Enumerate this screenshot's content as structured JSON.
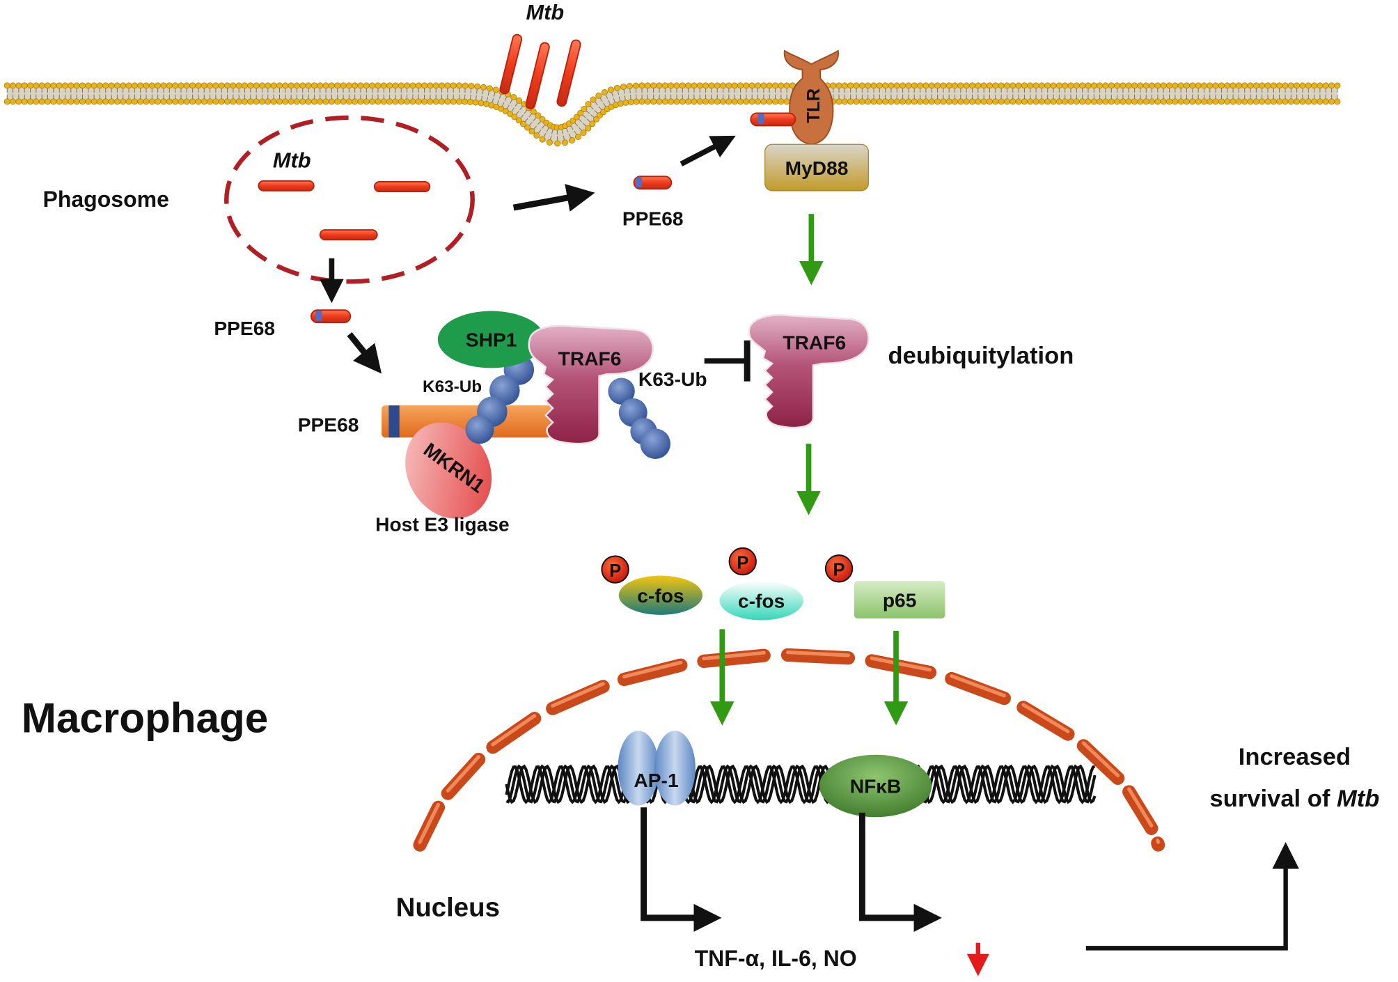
{
  "labels": {
    "mtb_top": "Mtb",
    "mtb_phagosome": "Mtb",
    "phagosome": "Phagosome",
    "tlr": "TLR",
    "myd88": "MyD88",
    "ppe68_right": "PPE68",
    "ppe68_left": "PPE68",
    "ppe68_complex": "PPE68",
    "shp1": "SHP1",
    "traf6_complex": "TRAF6",
    "k63ub_left": "K63-Ub",
    "k63ub_right": "K63-Ub",
    "traf6_free": "TRAF6",
    "deubiquitylation": "deubiquitylation",
    "mkrn1": "MKRN1",
    "host_e3": "Host E3 ligase",
    "p_mark": "P",
    "cfos_1": "c-fos",
    "cfos_2": "c-fos",
    "p65": "p65",
    "macrophage": "Macrophage",
    "ap1": "AP-1",
    "nfkb": "NFκB",
    "increased_line1": "Increased",
    "increased_line2_prefix": "survival of ",
    "increased_line2_mtb": "Mtb",
    "nucleus": "Nucleus",
    "cytokines": "TNF-α, IL-6, NO"
  },
  "colors": {
    "membrane_head": "#e8b21a",
    "bacterium": "#ee3b1b",
    "phagosome": "#b01f24",
    "green_arrow": "#2f9a12",
    "down_arrow": "#e31b1b",
    "nuclear_envelope": "#cc4a1c",
    "traf6": "#a63a5e",
    "ubiquitin": "#4e6fb0",
    "shp1": "#1f9b4c",
    "ppe68_bar": "#ee7f2d",
    "mkrn1": "#e85a5a",
    "tlr": "#c8703e",
    "myd88": "#c9a63a",
    "ap1": "#7d9fce",
    "nfkb": "#4f8f3a",
    "p65": "#a6d38a"
  }
}
